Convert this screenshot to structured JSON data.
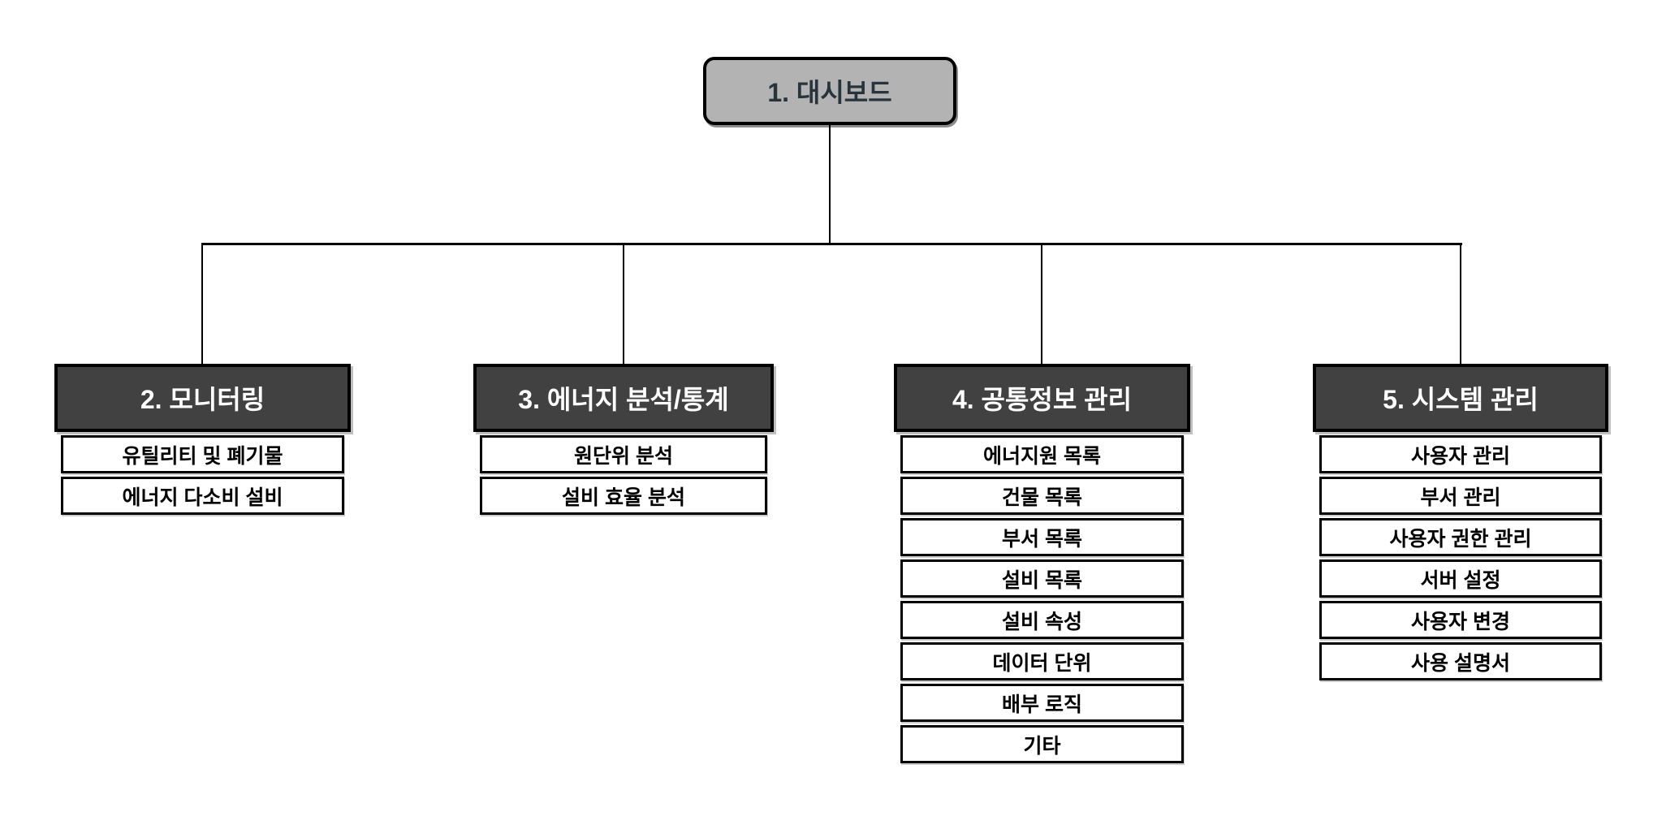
{
  "diagram": {
    "title": "menu tree / sitemap org-chart",
    "root": {
      "label": "1. 대시보드"
    },
    "columns": [
      {
        "label": "2. 모니터링",
        "items": [
          "유틸리티 및 폐기물",
          "에너지 다소비 설비"
        ]
      },
      {
        "label": "3. 에너지 분석/통계",
        "items": [
          "원단위 분석",
          "설비 효율 분석"
        ]
      },
      {
        "label": "4. 공통정보 관리",
        "items": [
          "에너지원 목록",
          "건물 목록",
          "부서 목록",
          "설비 목록",
          "설비 속성",
          "데이터 단위",
          "배부 로직",
          "기타"
        ]
      },
      {
        "label": "5. 시스템 관리",
        "items": [
          "사용자 관리",
          "부서 관리",
          "사용자 권한 관리",
          "서버 설정",
          "사용자 변경",
          "사용 설명서"
        ]
      }
    ],
    "colors": {
      "background": "#ffffff",
      "root_fill": "#b3b3b3",
      "root_text": "#27343c",
      "header_fill": "#414141",
      "header_text": "#ffffff",
      "item_fill": "#ffffff",
      "item_text": "#000000",
      "connector": "#000000"
    }
  }
}
